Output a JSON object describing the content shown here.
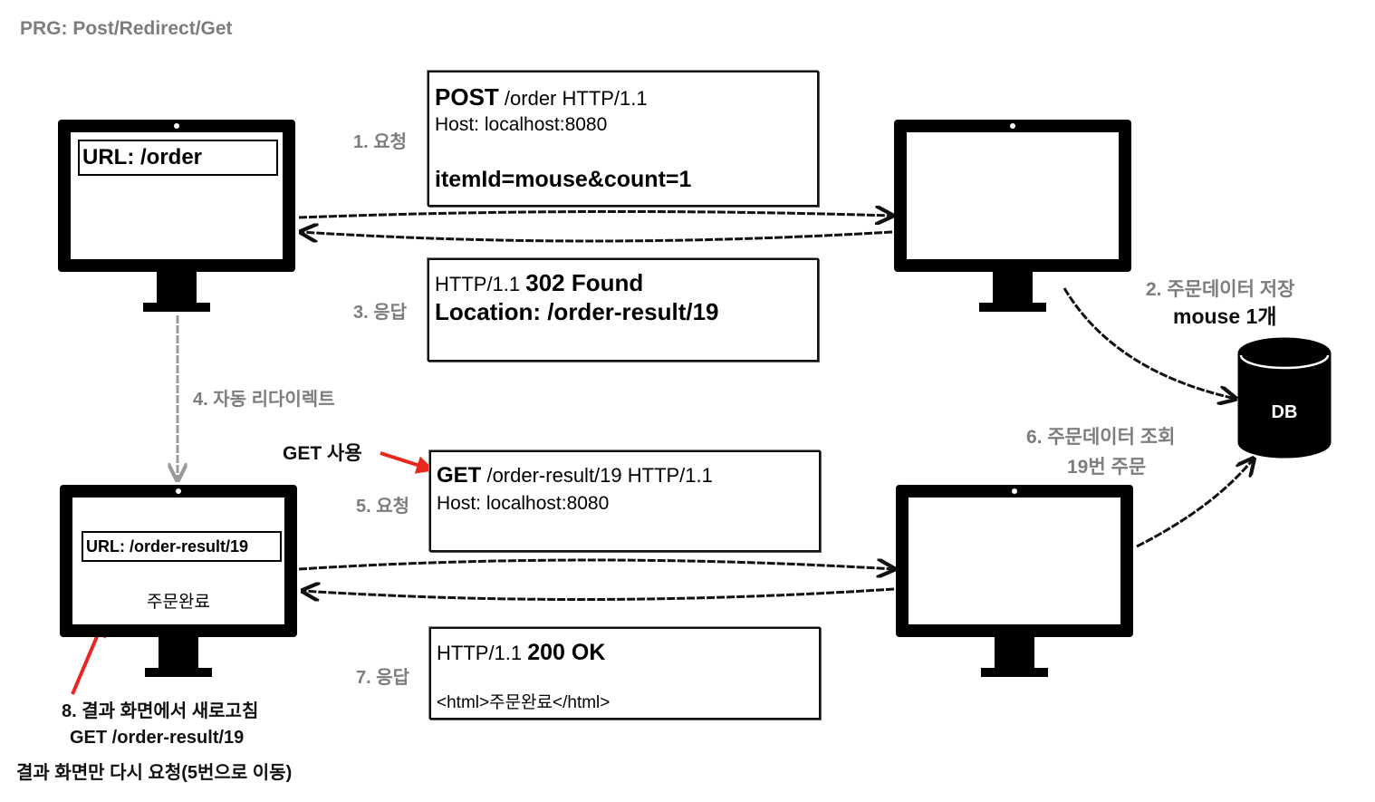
{
  "title": "PRG: Post/Redirect/Get",
  "client_top": {
    "url": "URL: /order"
  },
  "client_bottom": {
    "url": "URL: /order-result/19",
    "screen_text": "주문완료"
  },
  "request1": {
    "label": "1. 요청",
    "line1_bold": "POST",
    "line1_rest": " /order HTTP/1.1",
    "line2": "Host: localhost:8080",
    "line3": "itemId=mouse&count=1"
  },
  "response3": {
    "label": "3. 응답",
    "line1_plain": "HTTP/1.1 ",
    "line1_bold": "302 Found",
    "line2": "Location: /order-result/19"
  },
  "redirect": {
    "label": "4. 자동 리다이렉트"
  },
  "store": {
    "line1": "2. 주문데이터 저장",
    "line2": "mouse 1개"
  },
  "db": {
    "label": "DB"
  },
  "lookup": {
    "line1": "6. 주문데이터 조회",
    "line2": "19번 주문"
  },
  "get_note": {
    "label": "GET 사용"
  },
  "request5": {
    "label": "5. 요청",
    "line1_bold": "GET",
    "line1_rest": " /order-result/19 HTTP/1.1",
    "line2": "Host: localhost:8080"
  },
  "response7": {
    "label": "7. 응답",
    "line1_plain": "HTTP/1.1 ",
    "line1_bold": "200 OK",
    "line2": "<html>주문완료</html>"
  },
  "refresh_note": {
    "line1": "8. 결과 화면에서 새로고침",
    "line2": "GET /order-result/19",
    "line3": "결과 화면만 다시 요청(5번으로 이동)"
  },
  "colors": {
    "label_gray": "#7d7d7d",
    "highlight_red": "#e8281f",
    "redirect_arrow": "#9a9a9a"
  }
}
